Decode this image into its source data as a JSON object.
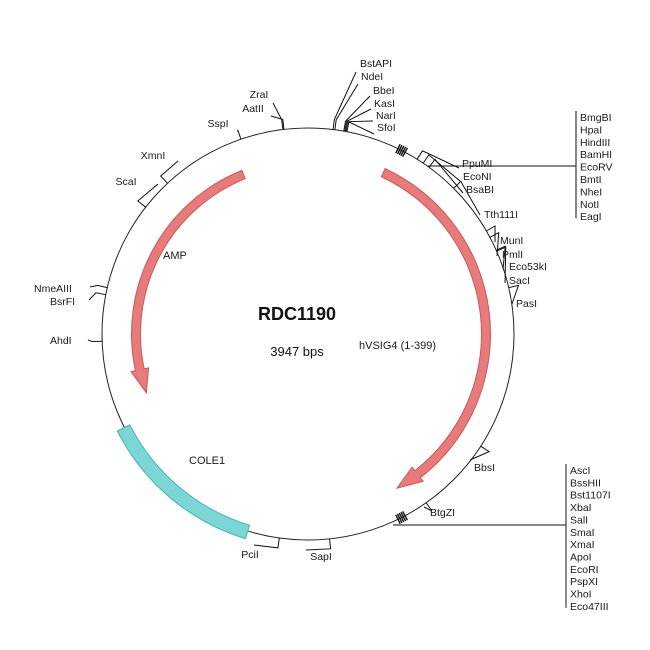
{
  "plasmid": {
    "name": "RDC1190",
    "size_label": "3947 bps",
    "total_bp": 3947
  },
  "colors": {
    "backbone": "#222222",
    "arrow_fill": "#e77b7b",
    "arrow_stroke": "#c85a5a",
    "ori_fill": "#7dd6d6",
    "ori_stroke": "#45b3b3"
  },
  "features": [
    {
      "name": "AMP",
      "type": "arrow",
      "start_deg": 338,
      "end_deg": 250,
      "direction": "ccw",
      "label": "AMP",
      "color": "arrow"
    },
    {
      "name": "hVSIG4",
      "type": "arrow",
      "start_deg": 25,
      "end_deg": 150,
      "direction": "cw",
      "label": "hVSIG4 (1-399)",
      "color": "arrow"
    },
    {
      "name": "COLE1",
      "type": "box",
      "start_deg": 197,
      "end_deg": 243,
      "label": "COLE1",
      "color": "ori"
    }
  ],
  "mcs": [
    {
      "name": "mcs-1",
      "deg": 27
    },
    {
      "name": "mcs-2",
      "deg": 153
    }
  ],
  "sites": [
    {
      "name": "BstAPI",
      "deg": 7.0,
      "label": "BstAPI"
    },
    {
      "name": "NdeI",
      "deg": 7.5,
      "label": "NdeI"
    },
    {
      "name": "BbeI",
      "deg": 10.0,
      "label": "BbeI"
    },
    {
      "name": "KasI",
      "deg": 10.3,
      "label": "KasI"
    },
    {
      "name": "NarI",
      "deg": 10.6,
      "label": "NarI"
    },
    {
      "name": "SfoI",
      "deg": 10.9,
      "label": "SfoI"
    },
    {
      "name": "ZraI",
      "deg": 353.0,
      "label": "ZraI"
    },
    {
      "name": "AatII",
      "deg": 353.3,
      "label": "AatII"
    },
    {
      "name": "SspI",
      "deg": 341.0,
      "label": "SspI"
    },
    {
      "name": "XmnI",
      "deg": 317.0,
      "label": "XmnI"
    },
    {
      "name": "ScaI",
      "deg": 308.0,
      "label": "ScaI"
    },
    {
      "name": "NmeAIII",
      "deg": 283.0,
      "label": "NmeAIII"
    },
    {
      "name": "BsrFI",
      "deg": 281.0,
      "label": "BsrFI"
    },
    {
      "name": "AhdI",
      "deg": 268.0,
      "label": "AhdI"
    },
    {
      "name": "PpuMI",
      "deg": 32.0,
      "label": "PpuMI"
    },
    {
      "name": "EcoNI",
      "deg": 34.0,
      "label": "EcoNI"
    },
    {
      "name": "BsaBI",
      "deg": 36.0,
      "label": "BsaBI"
    },
    {
      "name": "Tth111I",
      "deg": 45.0,
      "label": "Tth111I"
    },
    {
      "name": "MunI",
      "deg": 60.0,
      "label": "MunI"
    },
    {
      "name": "PmlI",
      "deg": 62.0,
      "label": "PmlI"
    },
    {
      "name": "Eco53kI",
      "deg": 66.0,
      "label": "Eco53kI"
    },
    {
      "name": "SacI",
      "deg": 66.3,
      "label": "SacI"
    },
    {
      "name": "PasI",
      "deg": 77.0,
      "label": "PasI"
    },
    {
      "name": "BbsI",
      "deg": 123.0,
      "label": "BbsI"
    },
    {
      "name": "BtgZI",
      "deg": 145.0,
      "label": "BtgZI"
    },
    {
      "name": "SapI",
      "deg": 174.0,
      "label": "SapI"
    },
    {
      "name": "PciI",
      "deg": 188.0,
      "label": "PciI"
    }
  ],
  "mcs_lists": [
    {
      "name": "mcs-list-top",
      "anchor": "mcs-1",
      "labels": [
        "BmgBI",
        "HpaI",
        "HindIII",
        "BamHI",
        "EcoRV",
        "BmtI",
        "NheI",
        "NotI",
        "EagI"
      ]
    },
    {
      "name": "mcs-list-bottom",
      "anchor": "mcs-2",
      "labels": [
        "AscI",
        "BssHII",
        "Bst1107I",
        "XbaI",
        "SalI",
        "SmaI",
        "XmaI",
        "ApoI",
        "EcoRI",
        "PspXI",
        "XhoI",
        "Eco47III"
      ]
    }
  ]
}
